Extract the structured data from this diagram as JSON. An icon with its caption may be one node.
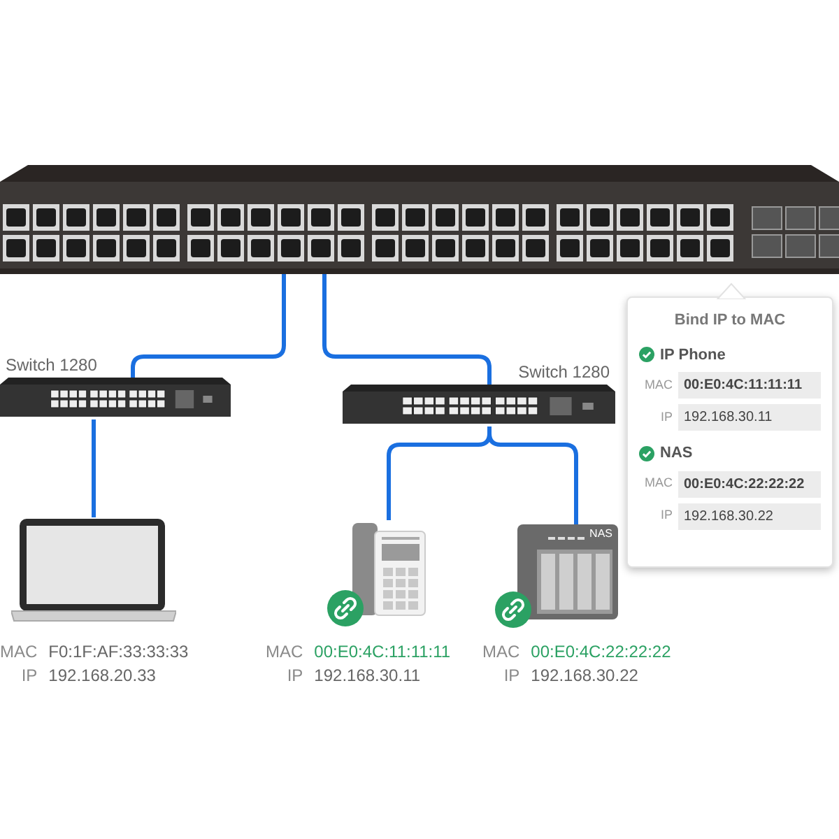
{
  "diagram": {
    "nodes": [
      {
        "text": [],
        "shape": "picture"
      },
      {
        "text": [
          "Switch 1280"
        ]
      },
      {
        "text": [
          "Switch 1280"
        ]
      },
      {
        "text": [],
        "shape": "picture",
        "beside": [
          "MAC",
          "F0:1F:AF:33:33:33",
          "IP",
          "192.168.20.33"
        ]
      },
      {
        "text": [],
        "shape": "picture",
        "beside": [
          "MAC",
          "00:E0:4C:11:11:11",
          "IP",
          "192.168.30.11"
        ]
      },
      {
        "text": [
          "NAS"
        ],
        "beside": [
          "MAC",
          "00:E0:4C:22:22:22",
          "IP",
          "192.168.30.22"
        ]
      },
      {
        "text": [
          "Bind IP to MAC",
          "IP Phone",
          "MAC",
          "00:E0:4C:11:11:11",
          "IP",
          "192.168.30.11",
          "NAS",
          "MAC",
          "00:E0:4C:22:22:22",
          "IP",
          "192.168.30.22"
        ]
      }
    ],
    "edges": [
      {
        "from": 0,
        "to": 1,
        "arrow": "none"
      },
      {
        "from": 0,
        "to": 2,
        "arrow": "none"
      },
      {
        "from": 1,
        "to": 3,
        "arrow": "none"
      },
      {
        "from": 2,
        "to": 4,
        "arrow": "none"
      },
      {
        "from": 2,
        "to": 5,
        "arrow": "none"
      }
    ]
  }
}
